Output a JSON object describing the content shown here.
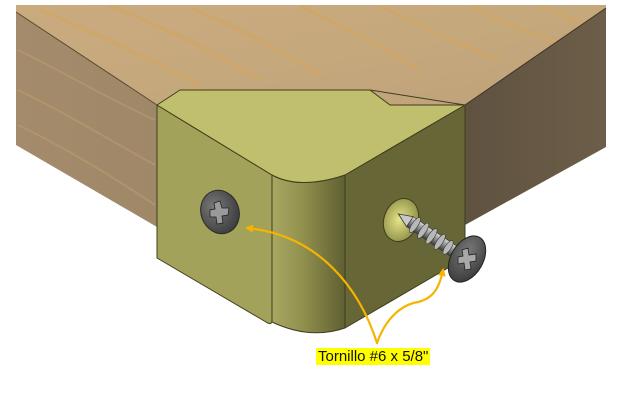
{
  "diagram": {
    "subject": "wooden corner joint with corner bracket and screws",
    "colors": {
      "background": "#ffffff",
      "wood_top": "#c4a67c",
      "wood_grain": "#d9a95a",
      "wood_left_face": "#a8906e",
      "wood_right_face": "#685a45",
      "bracket_top": "#bfbf6d",
      "bracket_left_face": "#a3a25a",
      "bracket_right_face": "#6a6a3a",
      "bracket_edge": "#3e3e1e",
      "screw_metal": "#8a8a8a",
      "screw_dark": "#4a4a4a",
      "arrow": "#f5b400",
      "label_highlight": "#ffff00"
    },
    "callout": {
      "label": "Tornillo #6 x 5/8\""
    },
    "parts": [
      {
        "name": "wood-board",
        "description": "wooden board corner"
      },
      {
        "name": "corner-bracket",
        "description": "olive corner bracket with rounded inner corner"
      },
      {
        "name": "installed-screw",
        "description": "Phillips flat head screw seated in left bracket face"
      },
      {
        "name": "screw-being-installed",
        "description": "Phillips flat head screw partially inserted in right bracket face"
      }
    ]
  }
}
